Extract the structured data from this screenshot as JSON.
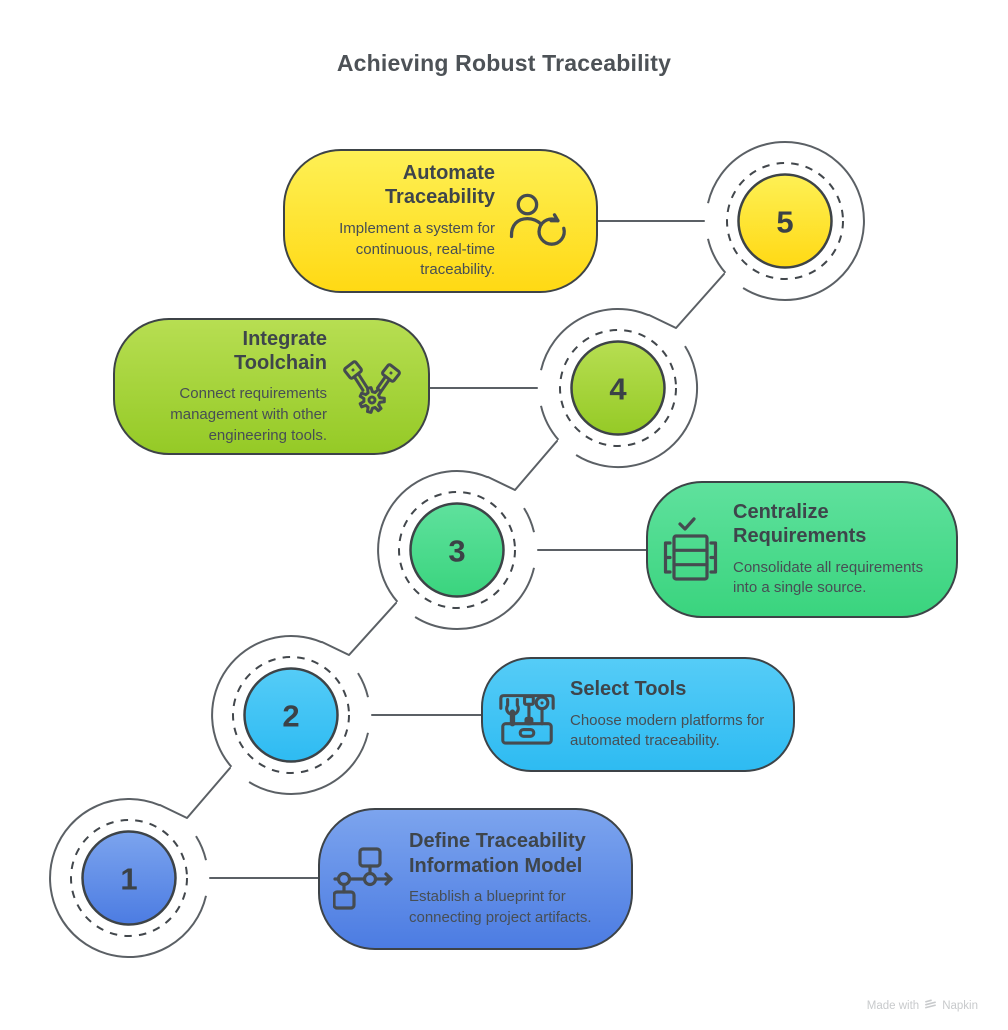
{
  "title": "Achieving Robust Traceability",
  "palette": {
    "outline": "#3d4347",
    "ring": "#5b6065",
    "dash": "#42474c",
    "number": "#3b4247",
    "page_title": "#4d5257",
    "card_title": "#3e454b",
    "card_desc": "#474e54",
    "icon": "#454b50",
    "footer": "#c8cacc"
  },
  "steps": [
    {
      "number": "1",
      "title": "Define Traceability\nInformation Model",
      "description": "Establish a blueprint for\nconnecting project artifacts.",
      "icon": "flowchart-model-icon",
      "colors": {
        "light": "#7CA4EE",
        "dark": "#4C7CE2"
      }
    },
    {
      "number": "2",
      "title": "Select Tools",
      "description": "Choose modern platforms for\nautomated traceability.",
      "icon": "toolbox-icon",
      "colors": {
        "light": "#55CCF7",
        "dark": "#2EBBF2"
      }
    },
    {
      "number": "3",
      "title": "Centralize\nRequirements",
      "description": "Consolidate all requirements\ninto a single source.",
      "icon": "database-check-icon",
      "colors": {
        "light": "#5FE19D",
        "dark": "#3AD47E"
      }
    },
    {
      "number": "4",
      "title": "Integrate Toolchain",
      "description": "Connect requirements\nmanagement with other\nengineering tools.",
      "icon": "engine-gear-icon",
      "colors": {
        "light": "#B7DE52",
        "dark": "#95CA26"
      }
    },
    {
      "number": "5",
      "title": "Automate Traceability",
      "description": "Implement a system for\ncontinuous, real-time\ntraceability.",
      "icon": "person-refresh-icon",
      "colors": {
        "light": "#FEF055",
        "dark": "#FFD914"
      }
    }
  ],
  "footer": {
    "made_with": "Made with",
    "brand": "Napkin"
  }
}
